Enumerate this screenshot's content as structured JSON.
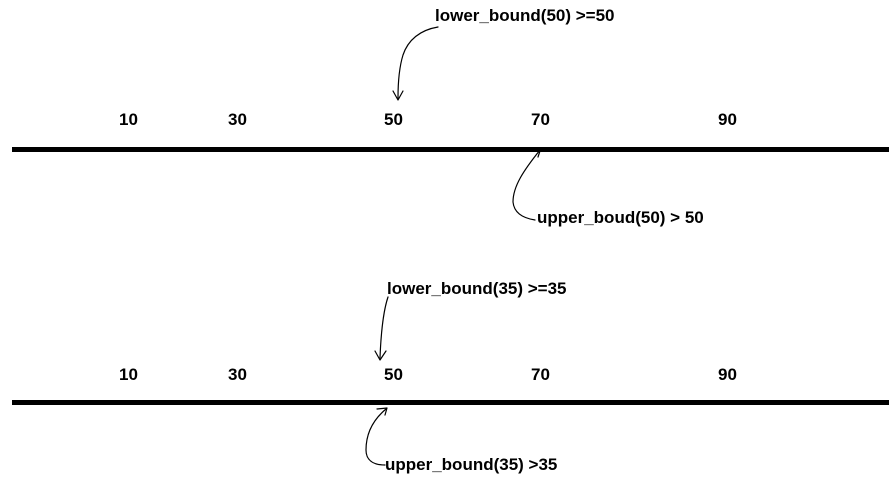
{
  "diagrams": [
    {
      "ticks": [
        "10",
        "30",
        "50",
        "70",
        "90"
      ],
      "lower_note": "lower_bound(50) >=50",
      "upper_note": "upper_boud(50) > 50"
    },
    {
      "ticks": [
        "10",
        "30",
        "50",
        "70",
        "90"
      ],
      "lower_note": "lower_bound(35) >=35",
      "upper_note": "upper_bound(35) >35"
    }
  ]
}
